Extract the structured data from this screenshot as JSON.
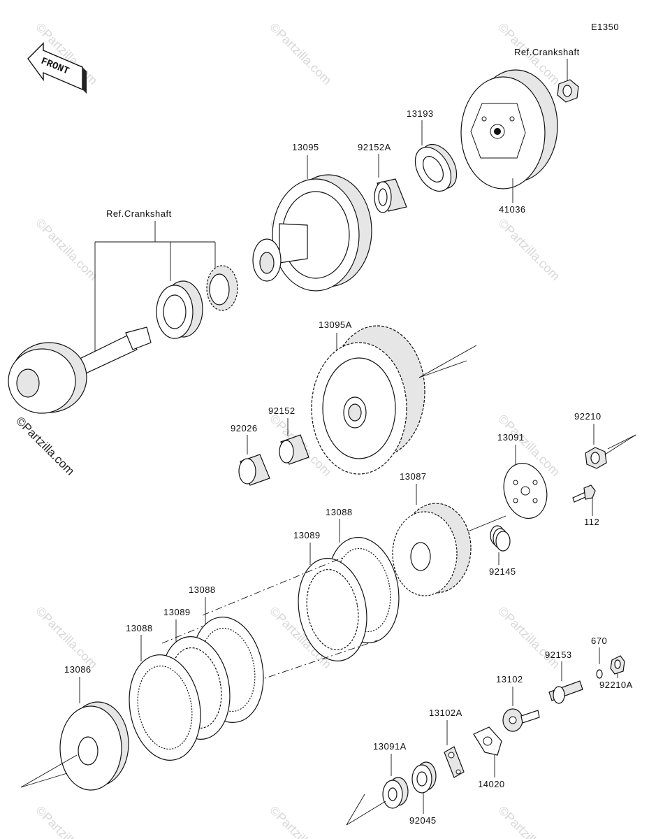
{
  "diagram_code": "E1350",
  "front_label": "FRONT",
  "watermark": "©Partzilla.com",
  "labels": {
    "ref_crankshaft_top": "Ref.Crankshaft",
    "ref_crankshaft_left": "Ref.Crankshaft",
    "p13095": "13095",
    "p92152A": "92152A",
    "p13193": "13193",
    "p41036": "41036",
    "p13095A": "13095A",
    "p92152": "92152",
    "p92026": "92026",
    "p92210": "92210",
    "p13091": "13091",
    "p13087": "13087",
    "p112": "112",
    "p92145": "92145",
    "p13088_a": "13088",
    "p13089_a": "13089",
    "p13088_b": "13088",
    "p13089_b": "13089",
    "p13088_c": "13088",
    "p13086": "13086",
    "p670": "670",
    "p92153": "92153",
    "p13102": "13102",
    "p92210A": "92210A",
    "p13102A": "13102A",
    "p13091A": "13091A",
    "p14020": "14020",
    "p92045": "92045"
  }
}
